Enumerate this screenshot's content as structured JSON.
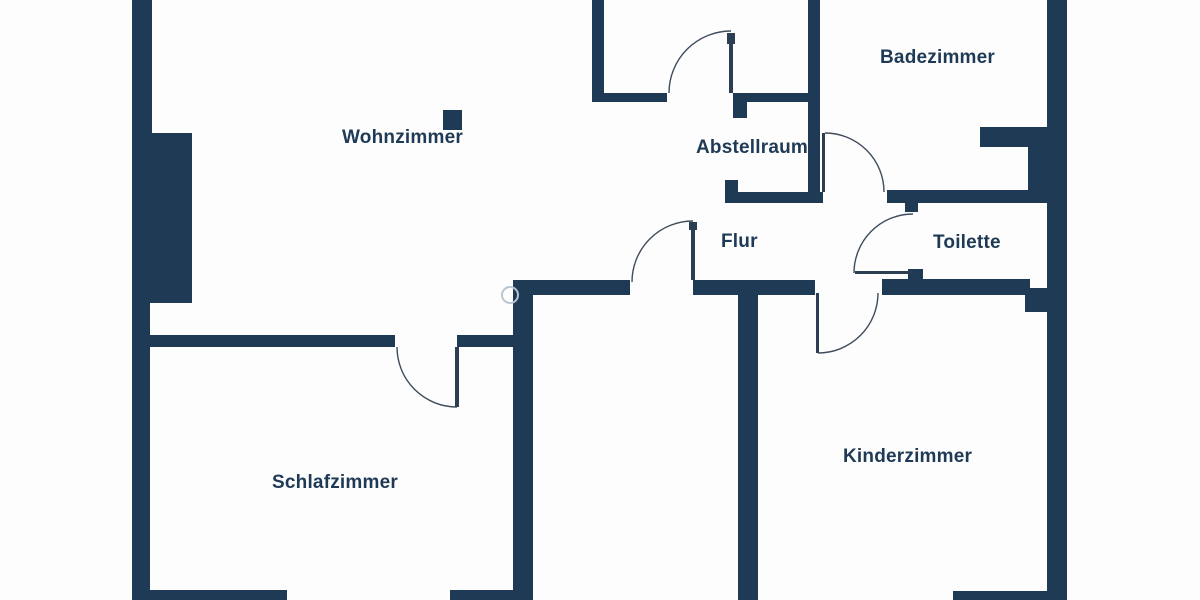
{
  "floorplan": {
    "type": "apartment-floorplan",
    "language": "de",
    "rooms": [
      {
        "id": "wohnzimmer",
        "label": "Wohnzimmer"
      },
      {
        "id": "badezimmer",
        "label": "Badezimmer"
      },
      {
        "id": "abstellraum",
        "label": "Abstellraum"
      },
      {
        "id": "flur",
        "label": "Flur"
      },
      {
        "id": "toilette",
        "label": "Toilette"
      },
      {
        "id": "schlafzimmer",
        "label": "Schlafzimmer"
      },
      {
        "id": "kinderzimmer",
        "label": "Kinderzimmer"
      }
    ],
    "colors": {
      "wall": "#1e3a55",
      "door_line": "#3f4c5c",
      "label": "#1e3a55",
      "background": "#fdfdfe",
      "watermark": "#b9c6d2"
    }
  }
}
